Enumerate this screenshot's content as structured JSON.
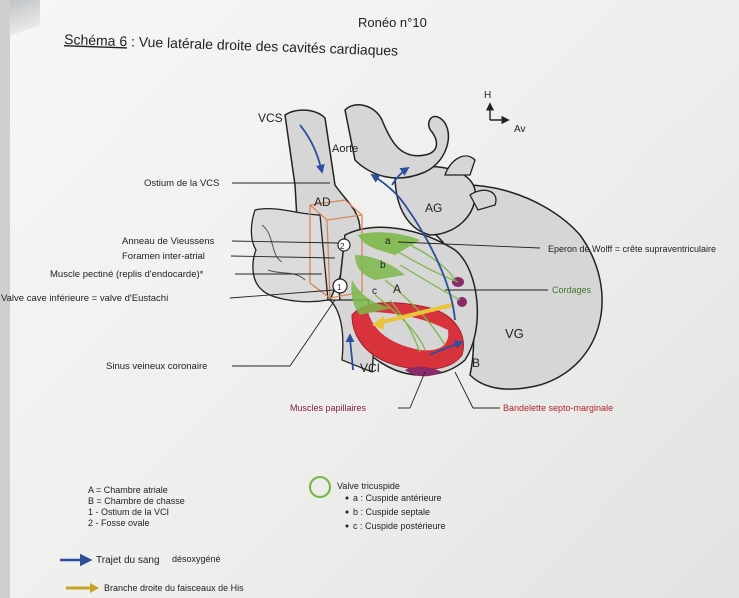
{
  "header": {
    "roneo": "Ronéo n°10",
    "schema_number": "Schéma 6",
    "title_rest": " : Vue latérale droite des cavités cardiaques"
  },
  "orientation": {
    "up": "H",
    "right": "Av"
  },
  "regions": {
    "vcs": "VCS",
    "aorte": "Aorte",
    "ad": "AD",
    "ag": "AG",
    "vg": "VG",
    "vci": "VCI",
    "a_chamber": "A",
    "b_chamber": "B",
    "cusp_a": "a",
    "cusp_b": "b",
    "cusp_c": "c",
    "ostium_1": "1",
    "fosse_2": "2"
  },
  "labels_left": {
    "ostium_vcs": "Ostium de la VCS",
    "anneau_vieussens": "Anneau de Vieussens",
    "foramen": "Foramen inter-atrial",
    "muscle_pectine": "Muscle pectiné (replis d'endocarde)*",
    "valve_cave": "Valve cave inférieure = valve d'Eustachi",
    "sinus": "Sinus veineux coronaire"
  },
  "labels_right": {
    "eperon": "Eperon de Wolff = crête supraventriculaire",
    "cordages": "Cordages"
  },
  "labels_bottom": {
    "muscles_papillaires": "Muscles papillaires",
    "bandelette": "Bandelette septo-marginale"
  },
  "legend": {
    "left": [
      "A = Chambre atriale",
      "B = Chambre de chasse",
      "1 - Ostium de la VCI",
      "2 - Fosse ovale"
    ],
    "valve_title": "Valve tricuspide",
    "valve_items": [
      "a : Cuspide antérieure",
      "b : Cuspide septale",
      "c : Cuspide postérieure"
    ],
    "blood_path": "Trajet du sang",
    "blood_note": "désoxygéné",
    "his_branch": "Branche droite du faisceaux de His"
  },
  "colors": {
    "blood_arrow": "#2b4f9c",
    "his_arrow": "#c9a326",
    "tricuspid": "#7db94a",
    "muscle_red": "#d8323c",
    "papillary": "#8a2a6a",
    "atrium_outline": "#d9865a",
    "cordages_label": "#3b7a2c",
    "red_label": "#b2262e",
    "papillary_label": "#8a2040",
    "heart_fill": "#d6d6d6"
  }
}
